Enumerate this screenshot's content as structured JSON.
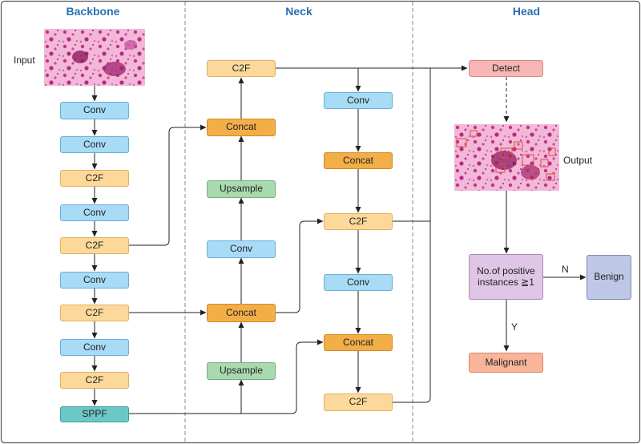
{
  "sections": {
    "backbone": "Backbone",
    "neck": "Neck",
    "head": "Head"
  },
  "labels": {
    "input": "Input",
    "output": "Output",
    "n": "N",
    "y": "Y"
  },
  "nodes": {
    "b_conv1": "Conv",
    "b_conv2": "Conv",
    "b_c2f1": "C2F",
    "b_conv3": "Conv",
    "b_c2f2": "C2F",
    "b_conv4": "Conv",
    "b_c2f3": "C2F",
    "b_conv5": "Conv",
    "b_c2f4": "C2F",
    "b_sppf": "SPPF",
    "n1_c2f": "C2F",
    "n1_concat1": "Concat",
    "n1_upsample1": "Upsample",
    "n1_conv": "Conv",
    "n1_concat2": "Concat",
    "n1_upsample2": "Upsample",
    "n2_conv1": "Conv",
    "n2_concat1": "Concat",
    "n2_c2f1": "C2F",
    "n2_conv2": "Conv",
    "n2_concat2": "Concat",
    "n2_c2f2": "C2F",
    "h_detect": "Detect",
    "h_decision_l1": "No.of positive",
    "h_decision_l2": "instances ≧1",
    "h_benign": "Benign",
    "h_malignant": "Malignant"
  },
  "colors": {
    "conv": "#a8dbf5",
    "c2f": "#fcd99a",
    "concat": "#f3ae48",
    "upsample": "#a9d9b0",
    "sppf": "#6cc8c6",
    "detect": "#f6b6b6",
    "decision": "#dfc6e6",
    "benign": "#bfc7e6",
    "malignant": "#f8b59a",
    "section_title": "#2a6fb0"
  }
}
